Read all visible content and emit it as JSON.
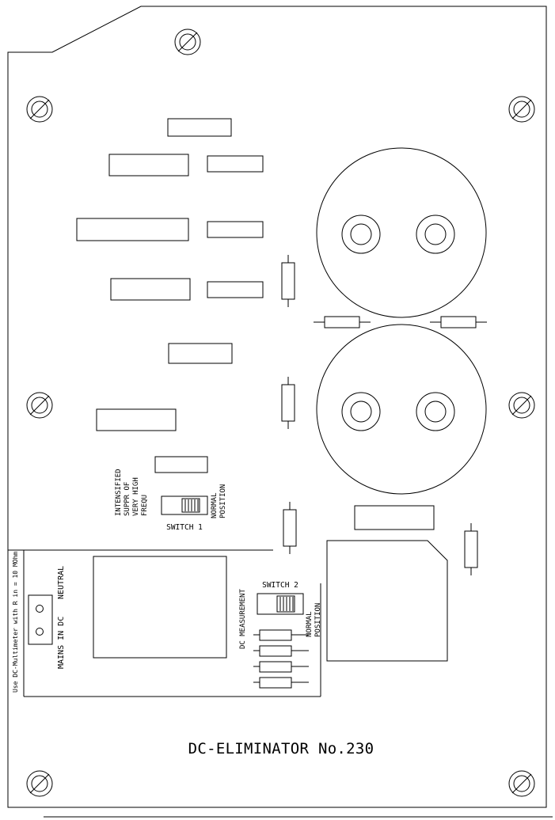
{
  "title": "DC-ELIMINATOR No.230",
  "colors": {
    "line": "#000000",
    "background": "#ffffff"
  },
  "switch1": {
    "label": "SWITCH 1",
    "left_note_lines": [
      "INTENSIFIED",
      "SUPPR OF",
      "VERY HIGH",
      "FREQU"
    ],
    "right_note_lines": [
      "NORMAL",
      "POSITION"
    ]
  },
  "switch2": {
    "label": "SWITCH 2",
    "left_note": "DC MEASUREMENT",
    "right_note_lines": [
      "NORMAL",
      "POSITION"
    ]
  },
  "mains_section": {
    "meter_note": "Use DC-Multimeter with R in = 10 MOhm",
    "neutral_label": "NEUTRAL",
    "mains_label": "MAINS IN DC"
  }
}
